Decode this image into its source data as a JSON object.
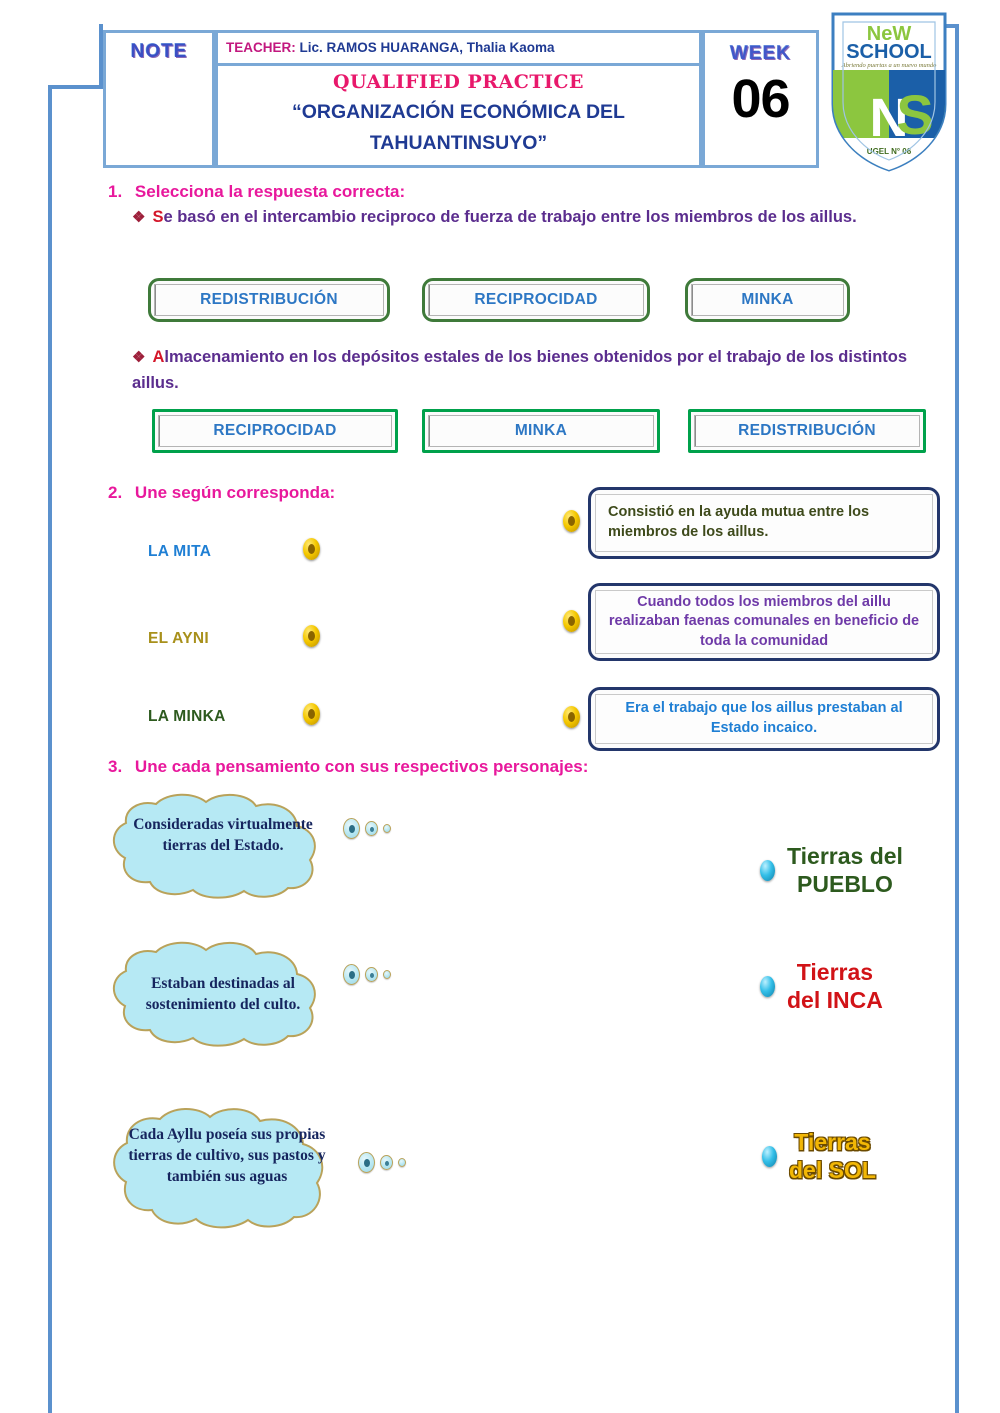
{
  "header": {
    "note_label": "NOTE",
    "teacher_prefix": "TEACHER:",
    "teacher_name": "Lic. RAMOS HUARANGA, Thalia Kaoma",
    "title_english": "QUALIFIED PRACTICE",
    "title_spanish_line1": "“ORGANIZACIÓN ECONÓMICA DEL",
    "title_spanish_line2": "TAHUANTINSUYO”",
    "week_label": "WEEK",
    "week_number": "06"
  },
  "logo": {
    "brand_line1": "NeW",
    "brand_line2": "SCHOOL",
    "tagline": "Abriendo puertas a un nuevo mundo",
    "monogram": "NS",
    "footer": "UGEL N° 06"
  },
  "q1": {
    "number": "1.",
    "title": "Selecciona la respuesta correcta:",
    "item_a": {
      "lead_cap": "S",
      "text": "e basó en el intercambio reciproco de fuerza de trabajo entre los miembros de los aillus.",
      "options": [
        "REDISTRIBUCIÓN",
        "RECIPROCIDAD",
        "MINKA"
      ]
    },
    "item_b": {
      "lead_cap": "A",
      "text": "lmacenamiento en los depósitos estales de los bienes obtenidos por el trabajo de los distintos aillus.",
      "options": [
        "RECIPROCIDAD",
        "MINKA",
        "REDISTRIBUCIÓN"
      ]
    }
  },
  "q2": {
    "number": "2.",
    "title": "Une según corresponda:",
    "terms": [
      {
        "label": "LA MITA",
        "color": "#1f7fd4"
      },
      {
        "label": "EL AYNI",
        "color": "#a8901b"
      },
      {
        "label": "LA MINKA",
        "color": "#2d5a1e"
      }
    ],
    "definitions": [
      {
        "text": "Consistió en la ayuda mutua entre los miembros de los aillus.",
        "color": "#3e4a1b",
        "align": "left"
      },
      {
        "text": "Cuando todos los miembros del aillu realizaban faenas comunales en beneficio de toda la comunidad",
        "color": "#6f3aa8",
        "align": "center"
      },
      {
        "text": "Era el trabajo que los aillus prestaban al Estado incaico.",
        "color": "#1f7fd4",
        "align": "center"
      }
    ]
  },
  "q3": {
    "number": "3.",
    "title": "Une cada pensamiento con sus respectivos personajes:",
    "clouds": [
      "Consideradas virtualmente tierras del Estado.",
      "Estaban destinadas al sostenimiento del culto.",
      "Cada Ayllu poseía sus propias tierras de cultivo, sus pastos y también sus aguas"
    ],
    "targets": [
      {
        "line1": "Tierras del",
        "line2": "PUEBLO",
        "style": "t-pueblo"
      },
      {
        "line1": "Tierras",
        "line2": "del INCA",
        "style": "t-inca"
      },
      {
        "line1": "Tierras",
        "line2": "del SOL",
        "style": "t-sol"
      }
    ]
  },
  "colors": {
    "frame_blue": "#5b91cd",
    "heading_pink": "#e8189c",
    "body_purple": "#5b2d8e",
    "option_blue": "#2d77c4",
    "cloud_fill": "#b6e9f4"
  }
}
